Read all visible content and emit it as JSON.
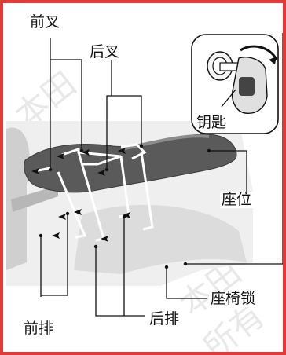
{
  "labels": {
    "front_fork": "前叉",
    "rear_fork": "后叉",
    "key": "钥匙",
    "seat": "座位",
    "seat_lock": "座椅锁",
    "front_row": "前排",
    "rear_row": "后排"
  },
  "watermark": [
    "本田",
    "所有",
    "本田",
    "所有"
  ],
  "colors": {
    "border": "#e03a3a",
    "ink": "#111111",
    "seat": "#5a5a5a",
    "photo_bg": "#eeeeee",
    "wire": "#ffffff"
  },
  "icons": [
    "key-icon",
    "rotation-arrow-icon"
  ]
}
